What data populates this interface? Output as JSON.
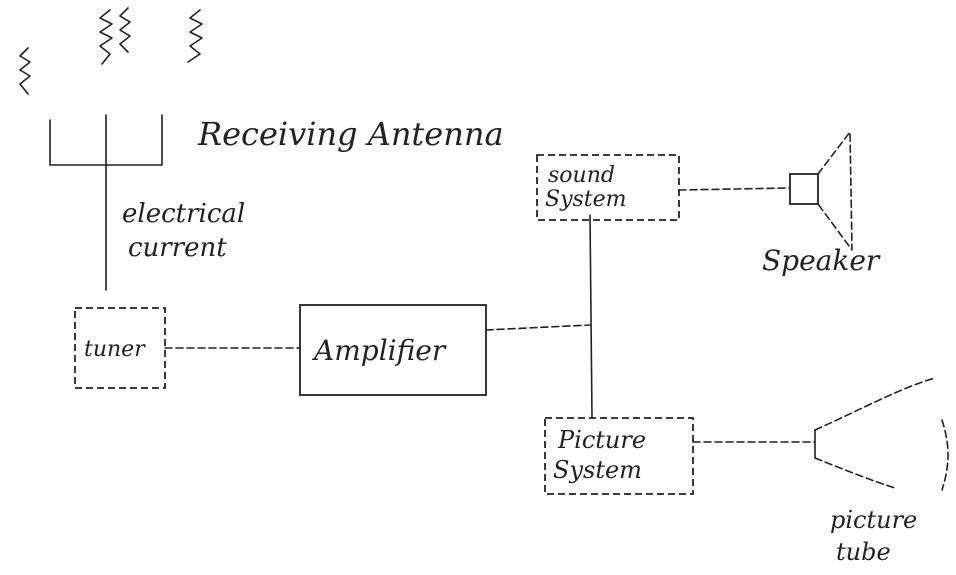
{
  "labels": {
    "antenna": "Receiving Antenna",
    "current_line1": "electrical",
    "current_line2": "current",
    "tuner": "tuner",
    "amplifier": "Amplifier",
    "sound_line1": "sound",
    "sound_line2": "System",
    "picture_line1": "Picture",
    "picture_line2": "System",
    "speaker": "Speaker",
    "tube_line1": "picture",
    "tube_line2": "tube"
  },
  "colors": {
    "ink": "#222222",
    "paper": "#ffffff"
  }
}
